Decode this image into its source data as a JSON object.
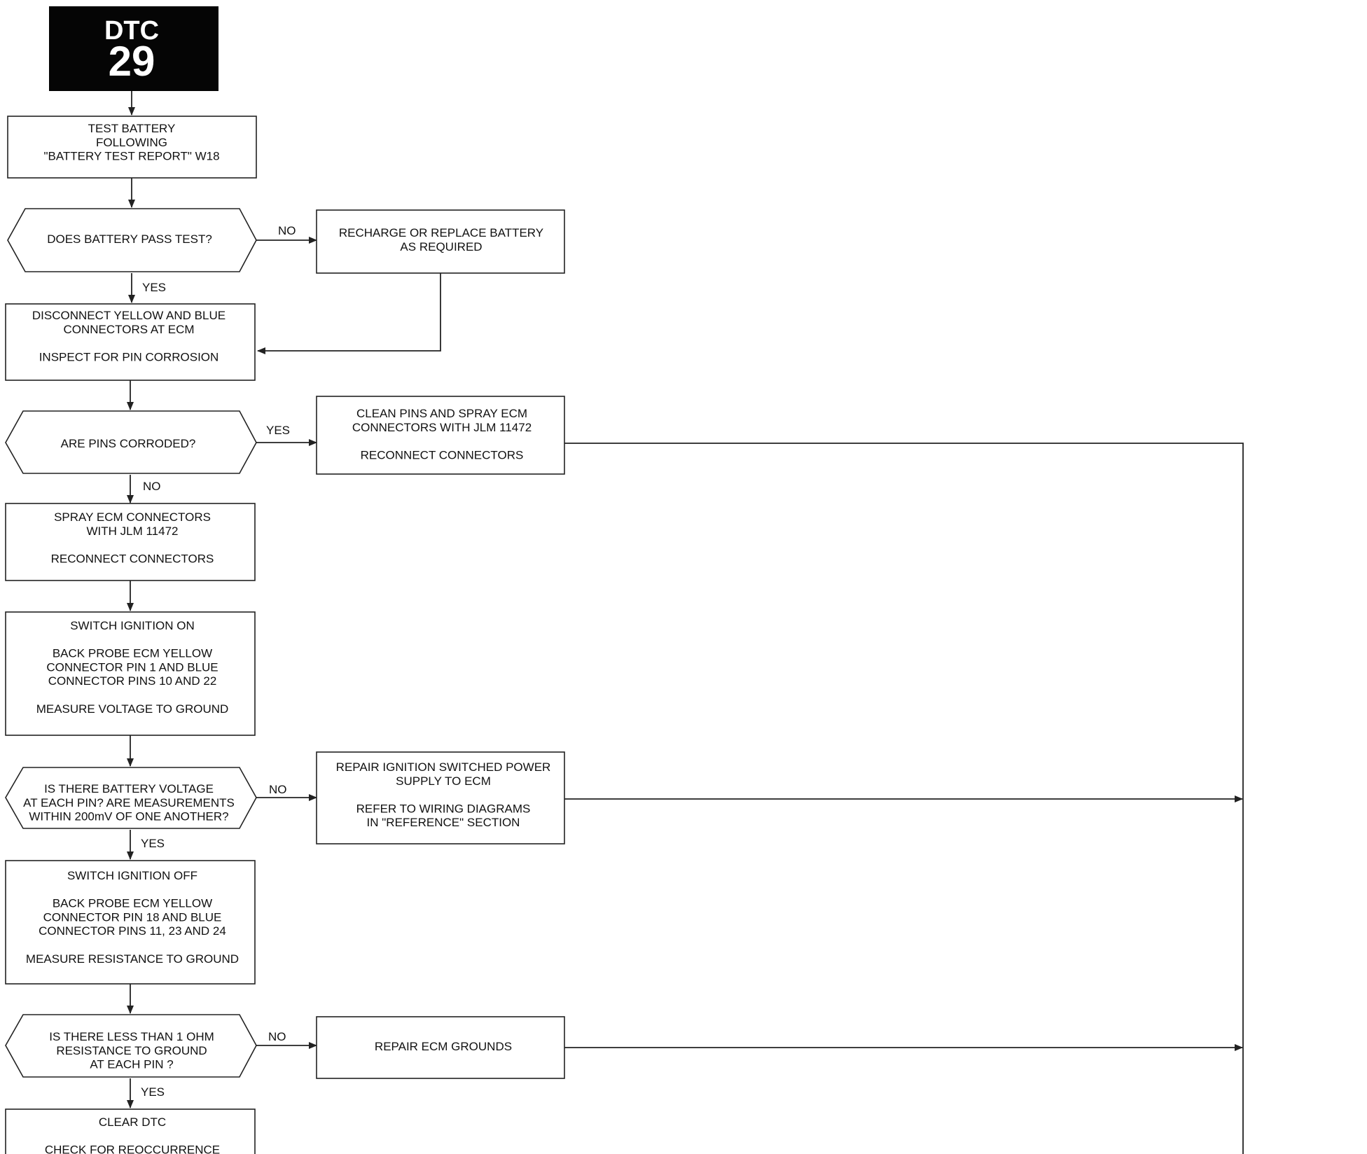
{
  "header": {
    "label": "DTC",
    "number": "29"
  },
  "steps": {
    "test_battery": [
      "TEST BATTERY",
      "FOLLOWING",
      "\"BATTERY TEST REPORT\" W18"
    ],
    "q_battery": [
      "DOES BATTERY PASS TEST?"
    ],
    "recharge": [
      "RECHARGE OR REPLACE BATTERY",
      "AS REQUIRED"
    ],
    "disconnect": [
      "DISCONNECT YELLOW AND BLUE",
      "CONNECTORS AT ECM",
      "",
      "INSPECT FOR PIN CORROSION"
    ],
    "q_pins": [
      "ARE PINS CORRODED?"
    ],
    "clean_pins": [
      "CLEAN PINS AND SPRAY ECM",
      "CONNECTORS WITH JLM 11472",
      "",
      "RECONNECT CONNECTORS"
    ],
    "spray": [
      "SPRAY ECM CONNECTORS",
      "WITH JLM 11472",
      "",
      "RECONNECT CONNECTORS"
    ],
    "ign_on": [
      "SWITCH IGNITION ON",
      "",
      "BACK PROBE ECM YELLOW",
      "CONNECTOR PIN 1 AND BLUE",
      "CONNECTOR PINS 10 AND 22",
      "",
      "MEASURE VOLTAGE TO GROUND"
    ],
    "q_voltage": [
      "IS THERE BATTERY VOLTAGE",
      "AT EACH PIN?  ARE MEASUREMENTS",
      "WITHIN 200mV OF ONE ANOTHER?"
    ],
    "repair_power": [
      "REPAIR IGNITION SWITCHED POWER",
      "SUPPLY TO ECM",
      "",
      "REFER TO WIRING DIAGRAMS",
      "IN \"REFERENCE\" SECTION"
    ],
    "ign_off": [
      "SWITCH IGNITION OFF",
      "",
      "BACK PROBE ECM YELLOW",
      "CONNECTOR PIN 18 AND BLUE",
      "CONNECTOR PINS 11, 23 AND 24",
      "",
      "MEASURE RESISTANCE TO GROUND"
    ],
    "q_resistance": [
      "IS THERE LESS THAN 1 OHM",
      "RESISTANCE TO GROUND",
      "AT EACH PIN ?"
    ],
    "repair_grounds": [
      "REPAIR ECM GROUNDS"
    ],
    "clear_dtc": [
      "CLEAR DTC",
      "",
      "CHECK FOR REOCCURRENCE"
    ]
  },
  "edge_labels": {
    "battery_no": "NO",
    "battery_yes": "YES",
    "pins_yes": "YES",
    "pins_no": "NO",
    "voltage_no": "NO",
    "voltage_yes": "YES",
    "resistance_no": "NO",
    "resistance_yes": "YES"
  }
}
